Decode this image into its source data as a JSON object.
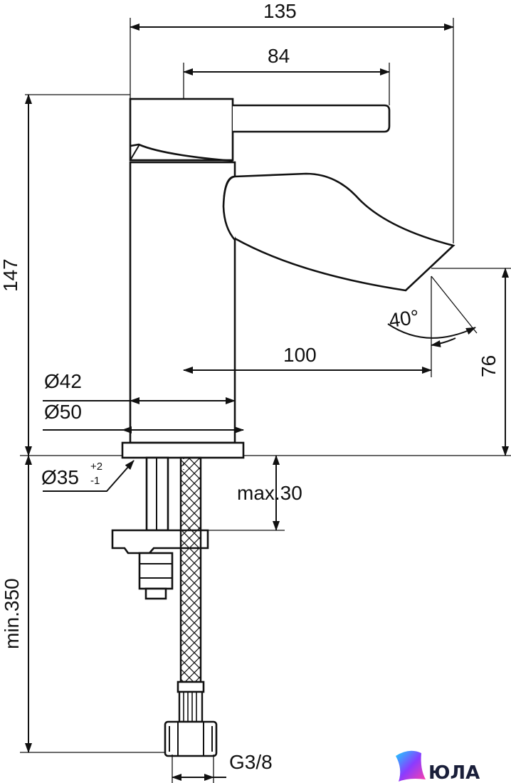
{
  "dimensions": {
    "total_width": "135",
    "lever_length": "84",
    "height": "147",
    "spout_reach": "100",
    "spout_height": "76",
    "angle": "40°",
    "body_diameter": "Ø42",
    "base_diameter": "Ø50",
    "hole_diameter": "Ø35",
    "hole_tol_plus": "+2",
    "hole_tol_minus": "-1",
    "max_thickness": "max.30",
    "hose_length": "min.350",
    "thread": "G3/8"
  },
  "logo": {
    "text": "ЮЛА"
  }
}
